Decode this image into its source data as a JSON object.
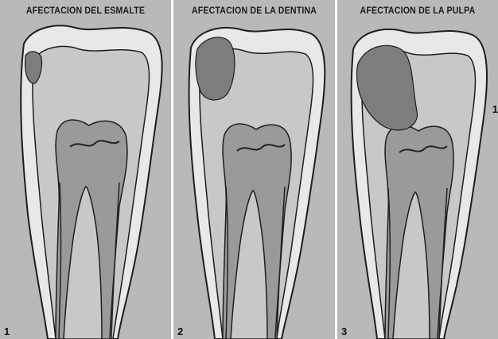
{
  "panels": [
    {
      "title": "AFECTACION DEL ESMALTE",
      "number": "1"
    },
    {
      "title": "AFECTACION DE LA DENTINA",
      "number": "2"
    },
    {
      "title": "AFECTACION DE LA PULPA",
      "number": "3"
    }
  ],
  "edge_marker": "1",
  "colors": {
    "background": "#b9b9b9",
    "enamel": "#e8e8e8",
    "dentin": "#c8c8c8",
    "pulp": "#9a9a9a",
    "caries": "#7d7d7d",
    "outline": "#1e1e1e"
  }
}
